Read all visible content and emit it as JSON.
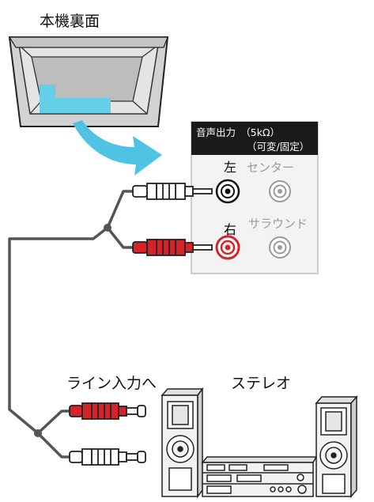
{
  "title": "本機裏面",
  "panel": {
    "header_line1": "音声出力　（5kΩ）",
    "header_line2": "（可変/固定）",
    "left_label": "左",
    "right_label": "右",
    "center_label": "センター",
    "surround_label": "サラウンド"
  },
  "labels": {
    "line_in": "ライン入力へ",
    "stereo": "ステレオ"
  },
  "colors": {
    "arrow": "#4fc3e3",
    "highlight": "#66cfe8",
    "red_plug": "#d6232a",
    "cable": "#555555",
    "panel_header": "#1a1a1a"
  }
}
